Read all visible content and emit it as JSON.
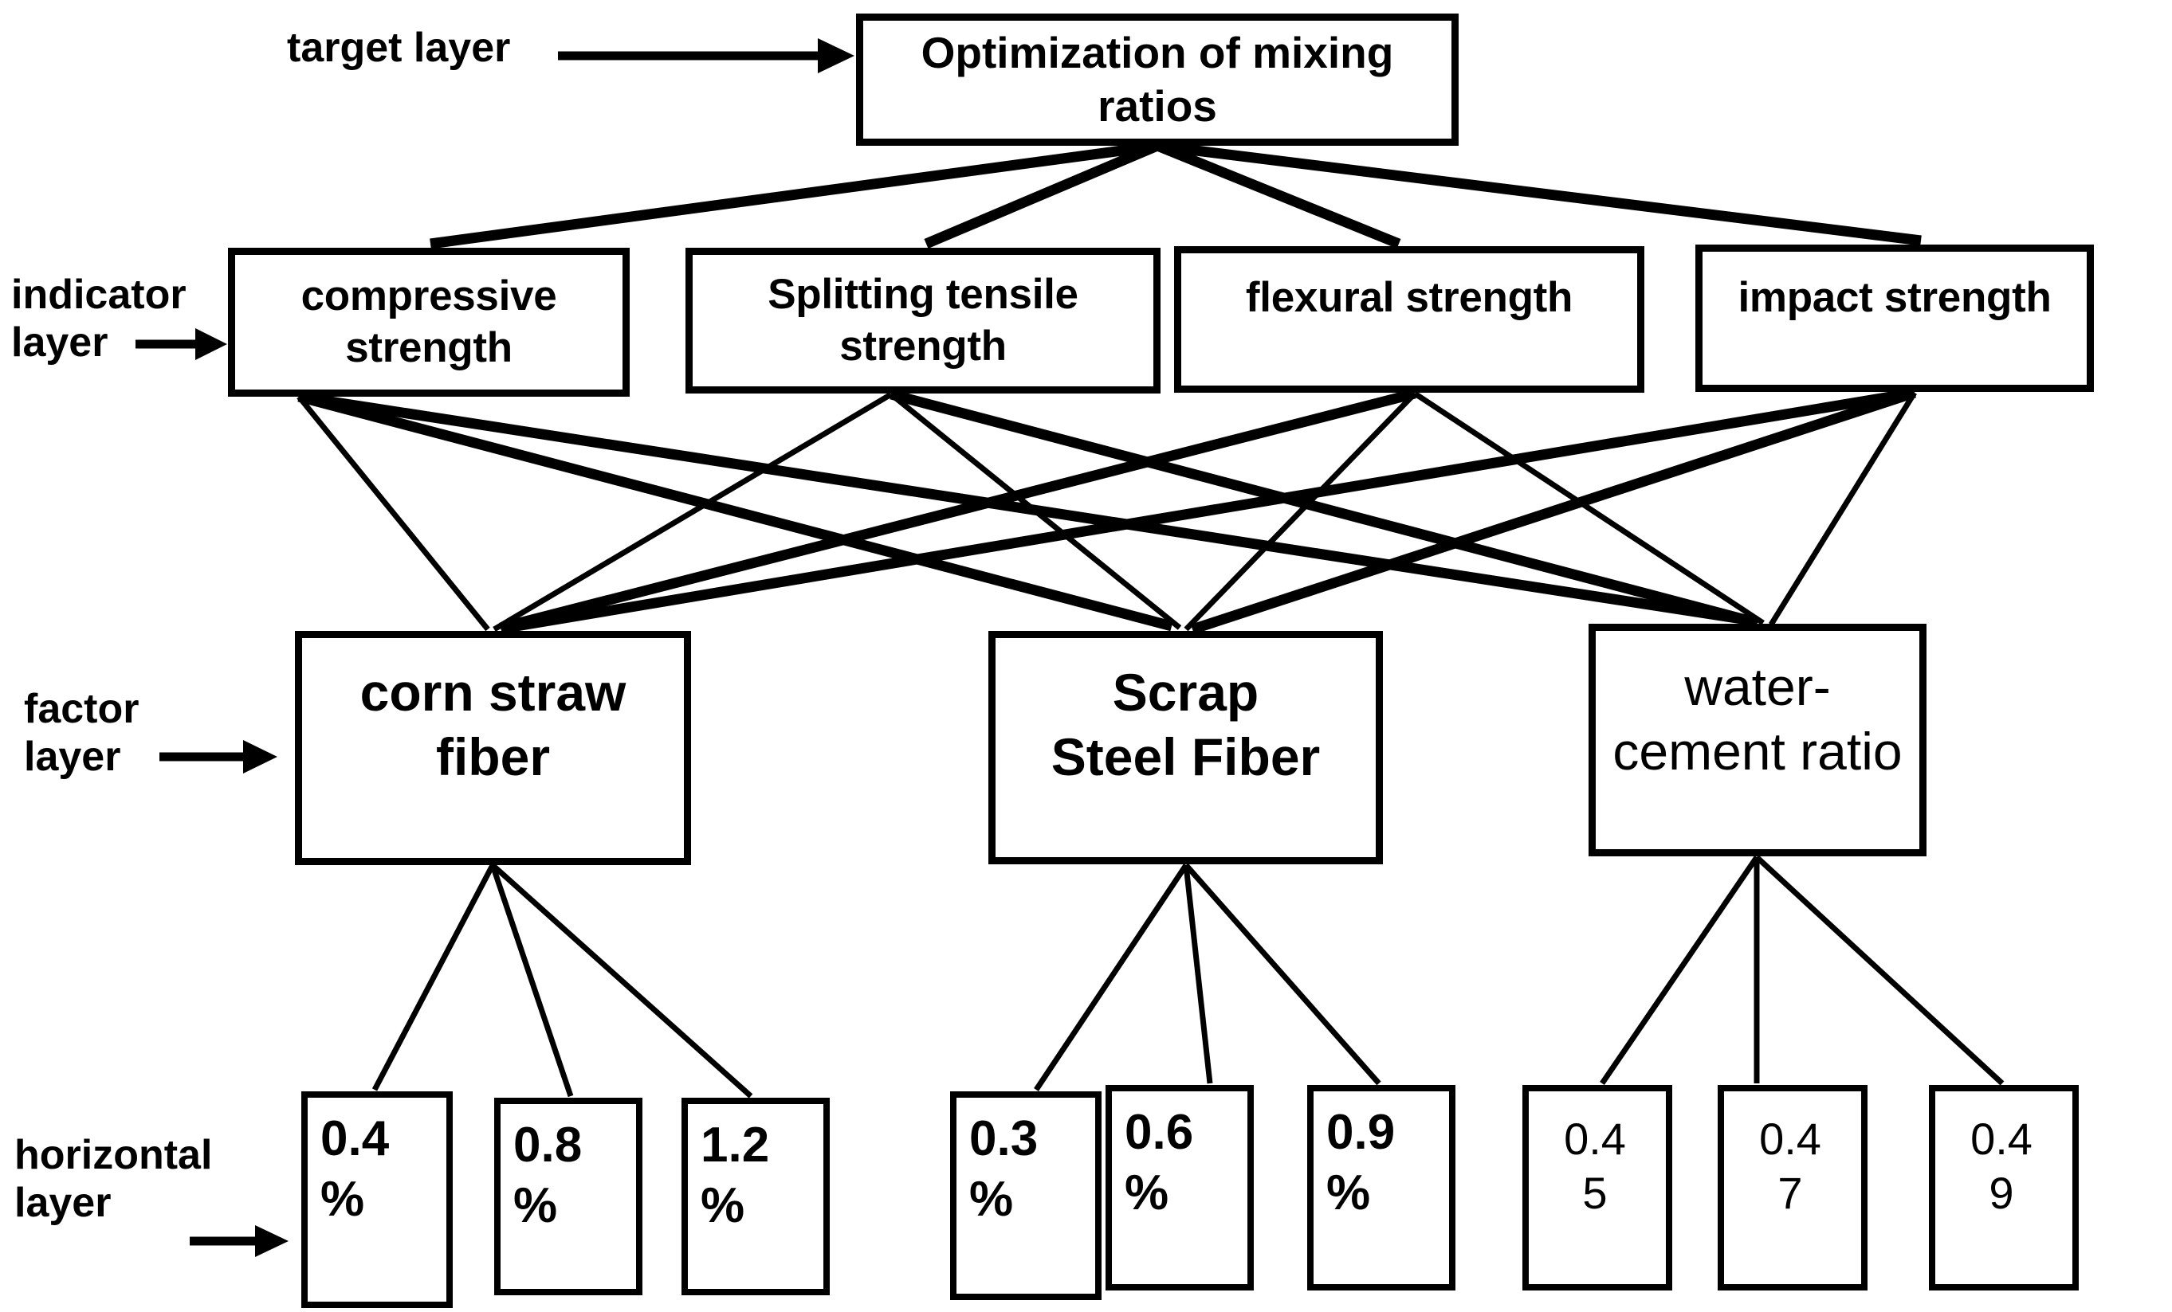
{
  "diagram": {
    "title": "Optimization of mixing ratios AHP hierarchy",
    "line_color": "#000000",
    "box_border_color": "#000000",
    "background_color": "#ffffff"
  },
  "layer_labels": [
    {
      "key": "target",
      "text": "target layer",
      "arrow": "right-arrow-icon"
    },
    {
      "key": "indicator",
      "text": "indicator\nlayer",
      "arrow": "right-arrow-icon"
    },
    {
      "key": "factor",
      "text": "factor\nlayer",
      "arrow": "right-arrow-icon"
    },
    {
      "key": "horizontal",
      "text": "horizontal\nlayer",
      "arrow": "right-arrow-icon"
    }
  ],
  "target_layer": {
    "label": "Optimization of mixing\nratios"
  },
  "indicator_layer": {
    "items": [
      {
        "label": "compressive\nstrength"
      },
      {
        "label": "Splitting tensile\nstrength"
      },
      {
        "label": "flexural strength"
      },
      {
        "label": "impact strength"
      }
    ]
  },
  "factor_layer": {
    "items": [
      {
        "label": "corn straw\nfiber"
      },
      {
        "label": "Scrap\nSteel Fiber"
      },
      {
        "label": "water-\ncement ratio"
      }
    ]
  },
  "horizontal_layer": {
    "items": [
      {
        "label": "0.4\n%"
      },
      {
        "label": "0.8\n%"
      },
      {
        "label": "1.2\n%"
      },
      {
        "label": "0.3\n%"
      },
      {
        "label": "0.6\n%"
      },
      {
        "label": "0.9\n%"
      },
      {
        "label": "0.4\n5"
      },
      {
        "label": "0.4\n7"
      },
      {
        "label": "0.4\n9"
      }
    ]
  },
  "chart_data": {
    "type": "tree",
    "title": "Optimization of mixing ratios",
    "levels": [
      "target layer",
      "indicator layer",
      "factor layer",
      "horizontal layer"
    ],
    "nodes": {
      "target": [
        "Optimization of mixing ratios"
      ],
      "indicator": [
        "compressive strength",
        "Splitting tensile strength",
        "flexural strength",
        "impact strength"
      ],
      "factor": [
        "corn straw fiber",
        "Scrap Steel Fiber",
        "water-cement ratio"
      ],
      "horizontal": [
        "0.4 %",
        "0.8 %",
        "1.2 %",
        "0.3 %",
        "0.6 %",
        "0.9 %",
        "0.45",
        "0.47",
        "0.49"
      ]
    },
    "edges": [
      [
        "Optimization of mixing ratios",
        "compressive strength"
      ],
      [
        "Optimization of mixing ratios",
        "Splitting tensile strength"
      ],
      [
        "Optimization of mixing ratios",
        "flexural strength"
      ],
      [
        "Optimization of mixing ratios",
        "impact strength"
      ],
      [
        "compressive strength",
        "corn straw fiber"
      ],
      [
        "compressive strength",
        "Scrap Steel Fiber"
      ],
      [
        "compressive strength",
        "water-cement ratio"
      ],
      [
        "Splitting tensile strength",
        "corn straw fiber"
      ],
      [
        "Splitting tensile strength",
        "Scrap Steel Fiber"
      ],
      [
        "Splitting tensile strength",
        "water-cement ratio"
      ],
      [
        "flexural strength",
        "corn straw fiber"
      ],
      [
        "flexural strength",
        "Scrap Steel Fiber"
      ],
      [
        "flexural strength",
        "water-cement ratio"
      ],
      [
        "impact strength",
        "corn straw fiber"
      ],
      [
        "impact strength",
        "Scrap Steel Fiber"
      ],
      [
        "impact strength",
        "water-cement ratio"
      ],
      [
        "corn straw fiber",
        "0.4 %"
      ],
      [
        "corn straw fiber",
        "0.8 %"
      ],
      [
        "corn straw fiber",
        "1.2 %"
      ],
      [
        "Scrap Steel Fiber",
        "0.3 %"
      ],
      [
        "Scrap Steel Fiber",
        "0.6 %"
      ],
      [
        "Scrap Steel Fiber",
        "0.9 %"
      ],
      [
        "water-cement ratio",
        "0.45"
      ],
      [
        "water-cement ratio",
        "0.47"
      ],
      [
        "water-cement ratio",
        "0.49"
      ]
    ]
  }
}
